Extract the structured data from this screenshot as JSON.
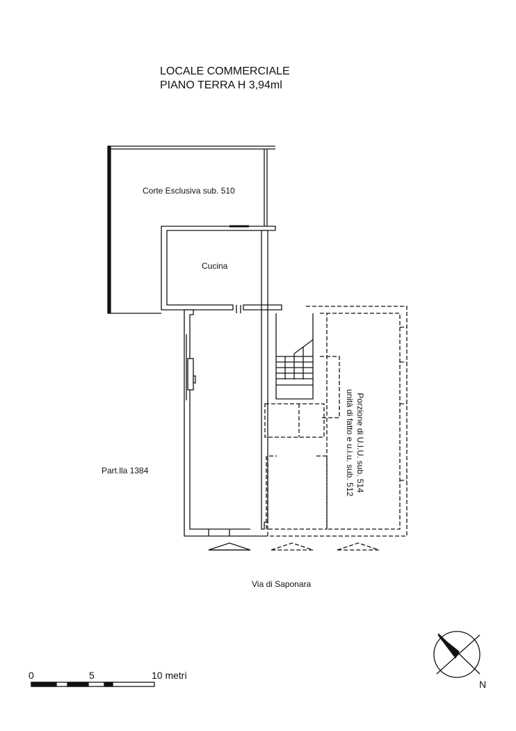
{
  "title": {
    "line1": "LOCALE COMMERCIALE",
    "line2": "PIANO TERRA H 3,94ml"
  },
  "rooms": {
    "corte": "Corte Esclusiva sub. 510",
    "cucina": "Cucina",
    "porzione_line1": "Porzione di U.I.U. sub. 514",
    "porzione_line2": "unità di fatto e u.i.u. sub. 512"
  },
  "labels": {
    "particella": "Part.lla 1384",
    "street": "Via di Saponara",
    "north": "N"
  },
  "scale_bar": {
    "tick0": "0",
    "tick5": "5",
    "tick10": "10 metri"
  }
}
